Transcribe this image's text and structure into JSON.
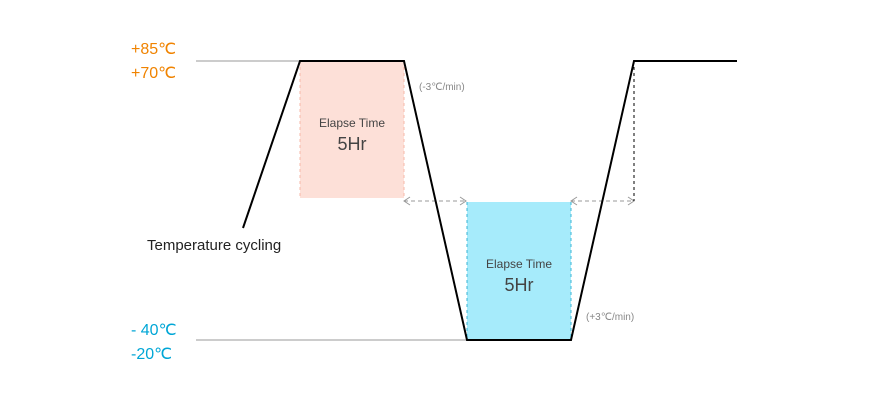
{
  "hot_labels": {
    "upper": "+85℃",
    "lower": "+70℃"
  },
  "cold_labels": {
    "upper": "- 40℃",
    "lower": "-20℃"
  },
  "rates": {
    "cooling": "(-3℃/min)",
    "heating": "(+3℃/min)"
  },
  "hot_box": {
    "title": "Elapse Time",
    "value": "5Hr"
  },
  "cold_box": {
    "title": "Elapse Time",
    "value": "5Hr"
  },
  "caption": "Temperature cycling",
  "colors": {
    "hot_text": "#f08300",
    "cold_text": "#00a6d6",
    "hot_fill": "#fde0d8",
    "cold_fill": "#a6ebfb",
    "profile_line": "#000000",
    "reference_line": "#888888"
  }
}
